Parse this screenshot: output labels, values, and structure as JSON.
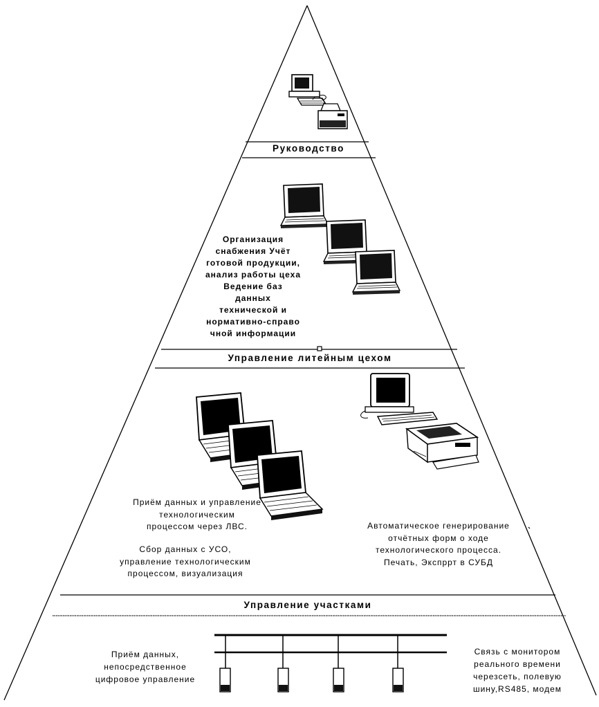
{
  "pyramid": {
    "level1": {
      "title": "Руководство",
      "icons": [
        "desktop-computer-icon",
        "printer-icon"
      ]
    },
    "level2": {
      "title": "Управление литейным цехом",
      "description": "Организация снабжения Учёт готовой продукции, анализ работы цеха Ведение баз данных технической и нормативно-справочной информации",
      "description_lines": [
        "Организация",
        "снабжения Учёт",
        "готовой продукции,",
        "анализ работы цеха",
        "Ведение баз",
        "данных",
        "технической и",
        "нормативно-справо",
        "чной информации"
      ],
      "icons": [
        "laptop-icon",
        "laptop-icon",
        "laptop-icon"
      ]
    },
    "level3": {
      "title": "Управление участками",
      "left_lines": [
        "Приём данных и управление",
        "технологическим",
        "процессом через ЛВС."
      ],
      "left_lines2": [
        "Сбор данных с УСО,",
        "управление технологическим",
        "процессом, визуализация"
      ],
      "right_lines": [
        "Автоматическое генерирование",
        "отчётных форм о ходе",
        "технологического процесса.",
        "Печать, Экспррт в СУБД"
      ],
      "icons": [
        "laptop-icon",
        "laptop-icon",
        "laptop-icon",
        "desktop-computer-icon",
        "laser-printer-icon"
      ]
    },
    "level4": {
      "left_lines": [
        "Приём данных,",
        "непосредственное",
        "цифровое управление"
      ],
      "right_lines": [
        "Связь с монитором",
        "реального времени",
        "черезсеть, полевую",
        "шину,RS485, модем"
      ],
      "icons": [
        "controller-module-icon",
        "controller-module-icon",
        "controller-module-icon",
        "controller-module-icon"
      ]
    }
  }
}
